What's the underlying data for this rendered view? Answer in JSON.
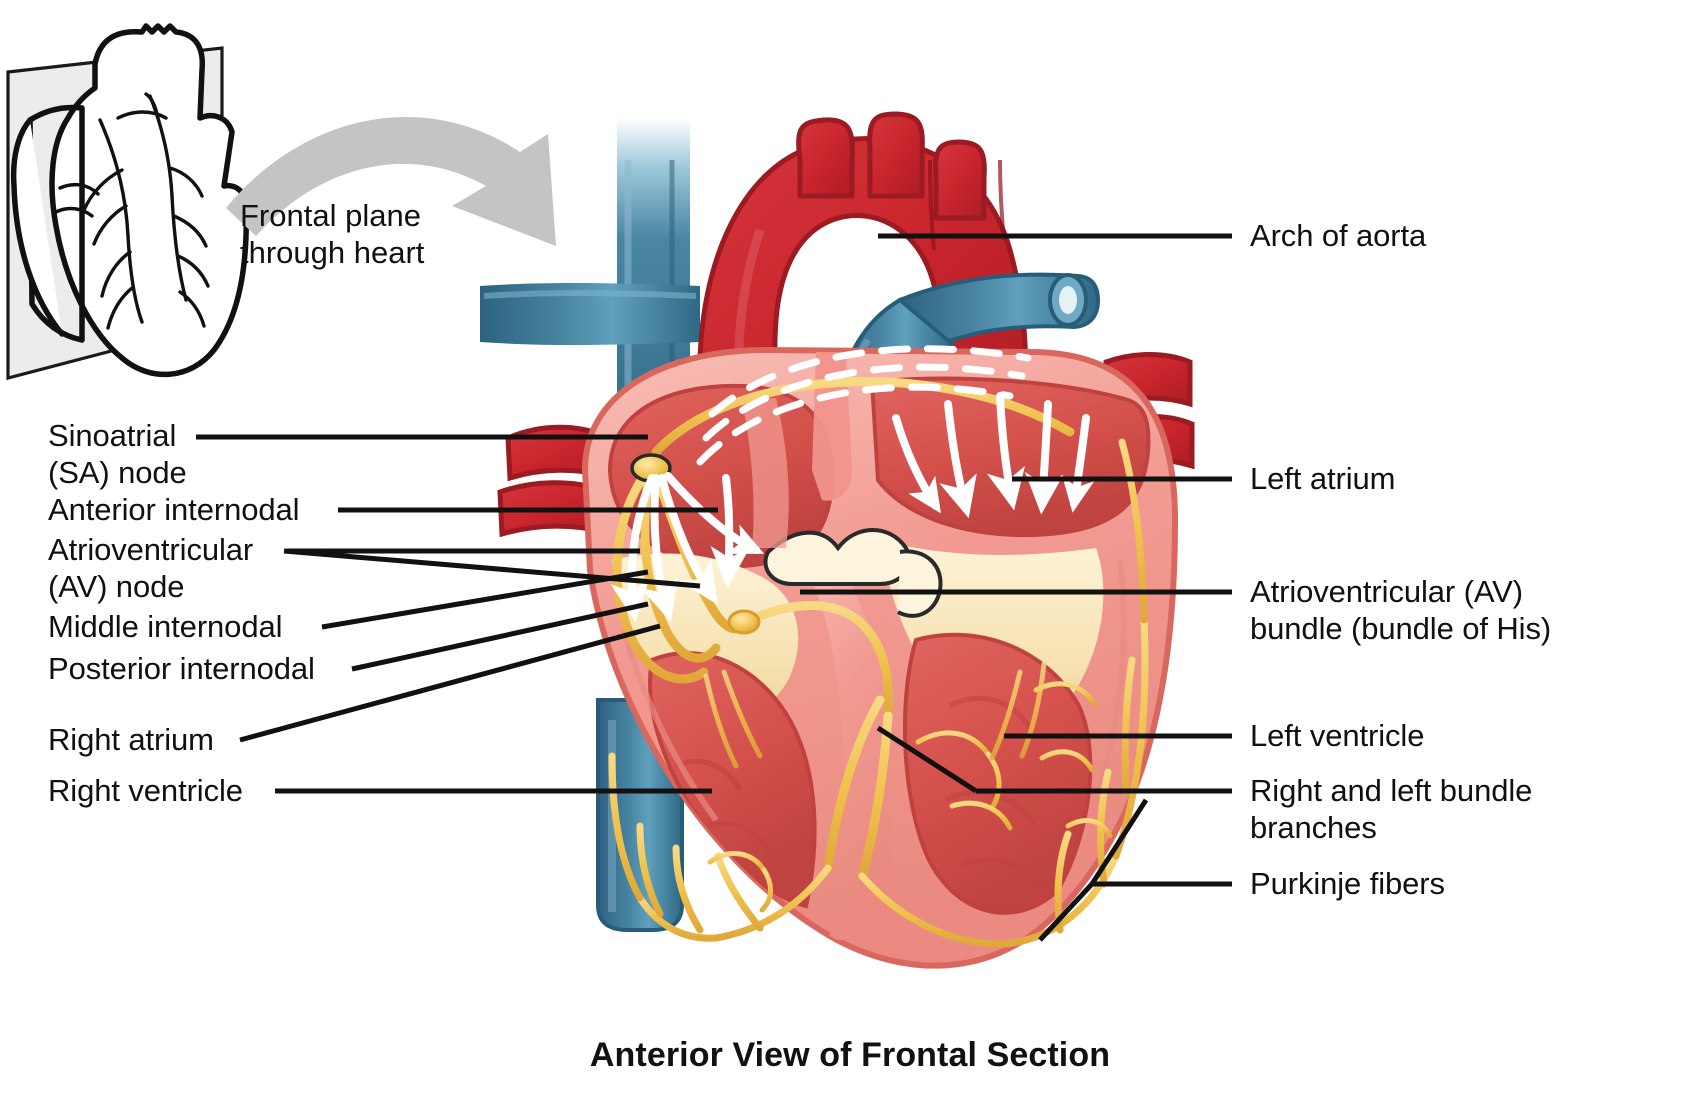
{
  "figure": {
    "title": "Anterior View of Frontal Section",
    "domain": "anatomical-diagram",
    "subject": "Cardiac conduction system, frontal section of the heart"
  },
  "inset": {
    "caption_line1": "Frontal plane",
    "caption_line2": "through heart",
    "caption_full": "Frontal plane through heart",
    "arrow_name": "curved-pointer-arrow"
  },
  "labels_left": [
    {
      "id": "sa-node",
      "line1": "Sinoatrial",
      "line2": "(SA) node",
      "text": "Sinoatrial (SA) node"
    },
    {
      "id": "anterior-internodal",
      "line1": "Anterior internodal",
      "line2": "",
      "text": "Anterior internodal"
    },
    {
      "id": "av-node",
      "line1": "Atrioventricular",
      "line2": "(AV) node",
      "text": "Atrioventricular (AV) node"
    },
    {
      "id": "middle-internodal",
      "line1": "Middle internodal",
      "line2": "",
      "text": "Middle internodal"
    },
    {
      "id": "posterior-internodal",
      "line1": "Posterior internodal",
      "line2": "",
      "text": "Posterior internodal"
    },
    {
      "id": "right-atrium",
      "line1": "Right atrium",
      "line2": "",
      "text": "Right atrium"
    },
    {
      "id": "right-ventricle",
      "line1": "Right ventricle",
      "line2": "",
      "text": "Right ventricle"
    }
  ],
  "labels_right": [
    {
      "id": "arch-of-aorta",
      "line1": "Arch of aorta",
      "line2": "",
      "text": "Arch of aorta"
    },
    {
      "id": "left-atrium",
      "line1": "Left atrium",
      "line2": "",
      "text": "Left atrium"
    },
    {
      "id": "av-bundle",
      "line1": "Atrioventricular (AV)",
      "line2": "bundle (bundle of His)",
      "text": "Atrioventricular (AV) bundle (bundle of His)"
    },
    {
      "id": "left-ventricle",
      "line1": "Left ventricle",
      "line2": "",
      "text": "Left ventricle"
    },
    {
      "id": "bundle-branches",
      "line1": "Right and left bundle",
      "line2": "branches",
      "text": "Right and left bundle branches"
    },
    {
      "id": "purkinje-fibers",
      "line1": "Purkinje fibers",
      "line2": "",
      "text": "Purkinje fibers"
    }
  ],
  "colors": {
    "artery_red": "#c9252d",
    "artery_red_light": "#d94249",
    "vein_blue": "#3b7c9e",
    "vein_blue_dark": "#2d6280",
    "myocardium_salmon": "#f29b92",
    "myocardium_light": "#f7b6ae",
    "chamber_red": "#d9544f",
    "chamber_red_dark": "#c4423f",
    "valve_cream": "#f7e3b4",
    "conduction_gold": "#f0c24e",
    "conduction_gold_dark": "#e0a83a",
    "arrow_white": "#ffffff",
    "leader_black": "#111111",
    "inset_plane_gray": "#e9e9e9",
    "pointer_arrow_gray": "#c4c4c4",
    "background": "#ffffff"
  },
  "illustration_parts": [
    "superior-vena-cava",
    "aortic-arch",
    "brachiocephalic-trunk",
    "left-common-carotid-artery",
    "left-subclavian-artery",
    "pulmonary-trunk",
    "pulmonary-veins",
    "right-atrium-chamber",
    "left-atrium-chamber",
    "right-ventricle-chamber",
    "left-ventricle-chamber",
    "interventricular-septum",
    "atrioventricular-valves",
    "inferior-vena-cava",
    "sa-node-marker",
    "av-node-marker",
    "av-bundle-path",
    "bundle-branch-paths",
    "purkinje-fiber-network",
    "internodal-pathway-arrows",
    "atrial-depolarization-dashed-arcs"
  ]
}
